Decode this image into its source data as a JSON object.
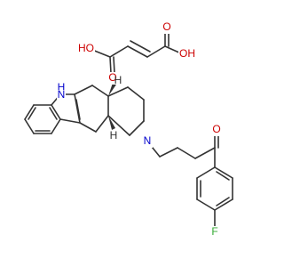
{
  "diagram": {
    "kind": "chemical-structure",
    "components": [
      "fumaric-acid",
      "azepinoindole-butyrophenone"
    ]
  },
  "labels": {
    "ho_left": "HO",
    "o_left_carbonyl": "O",
    "o_right_carbonyl": "O",
    "oh_right": "OH",
    "nh_indole": "H",
    "n_indole": "N",
    "n_tertiary": "N",
    "h_stereo_top": "H",
    "h_stereo_bottom": "H",
    "o_ketone": "O",
    "f_aryl": "F"
  },
  "colors": {
    "bond": "#333333",
    "oxygen": "#cc0000",
    "nitrogen": "#0000cc",
    "fluorine": "#33aa33"
  }
}
